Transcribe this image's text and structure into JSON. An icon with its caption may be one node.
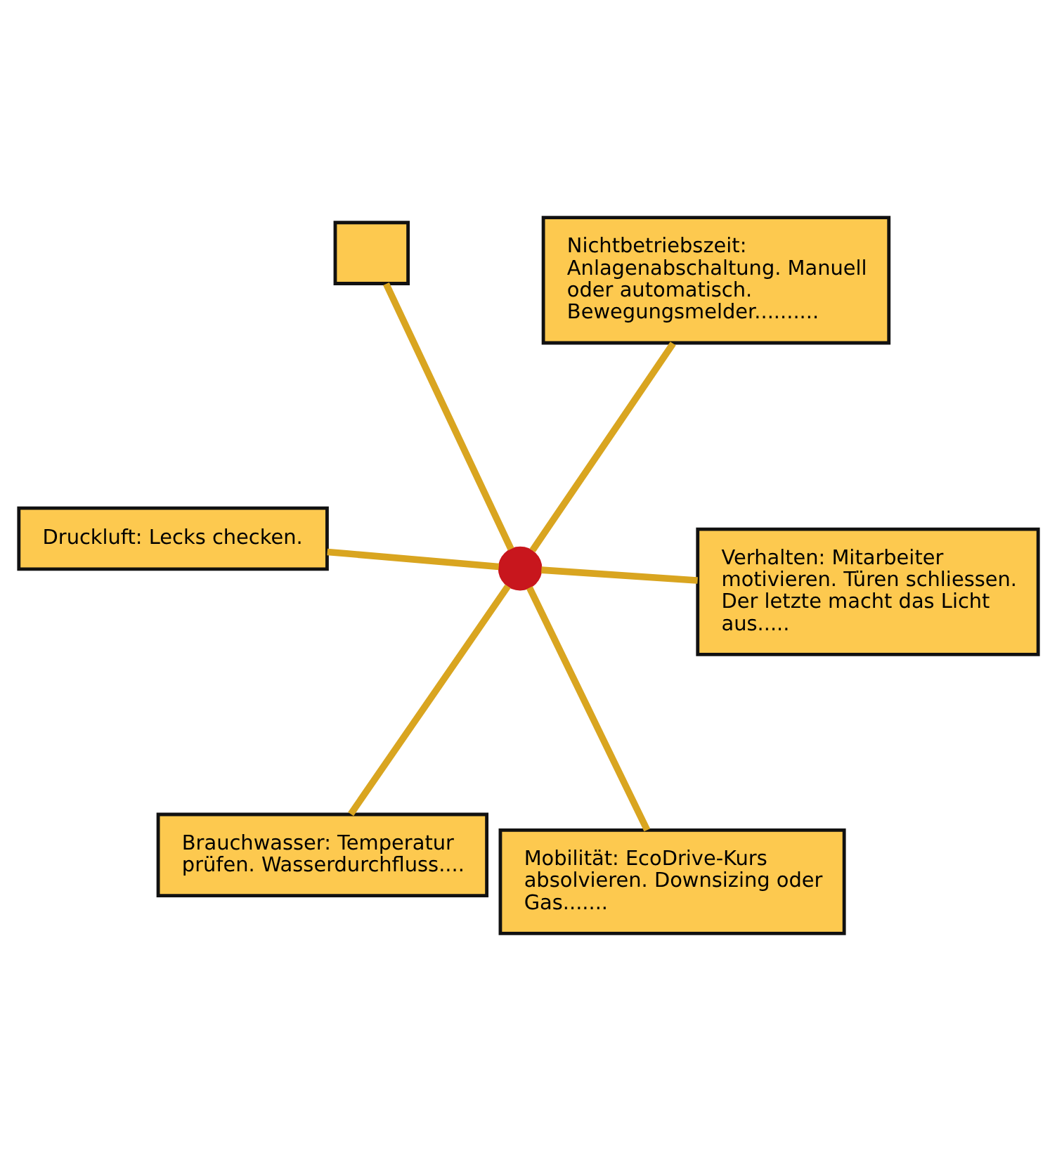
{
  "diagram": {
    "nodes": [
      {
        "text": [
          "Druckluft: Lecks checken."
        ]
      },
      {
        "text": [
          "Verhalten: Mitarbeiter motivieren. Türen schliessen. Der letzte macht das Licht aus....."
        ]
      },
      {
        "text": [
          "Mobilität: EcoDrive-Kurs absolvieren. Downsizing oder Gas......."
        ]
      },
      {
        "text": [],
        "shape": "box"
      },
      {
        "text": [],
        "shape": "circle"
      },
      {
        "text": [
          "Nichtbetriebszeit: Anlagenabschaltung. Manuell oder automatisch. Bewegungsmelder.........."
        ]
      },
      {
        "text": [
          "Brauchwasser: Temperatur prüfen. Wasserdurchfluss...."
        ]
      }
    ],
    "edges": [
      {
        "from": 0,
        "to": 4,
        "arrow": "none"
      },
      {
        "from": 1,
        "to": 4,
        "arrow": "none"
      },
      {
        "from": 2,
        "to": 4,
        "arrow": "none"
      },
      {
        "from": 3,
        "to": 4,
        "arrow": "none"
      },
      {
        "from": 5,
        "to": 4,
        "arrow": "none"
      },
      {
        "from": 6,
        "to": 4,
        "arrow": "none"
      }
    ]
  }
}
